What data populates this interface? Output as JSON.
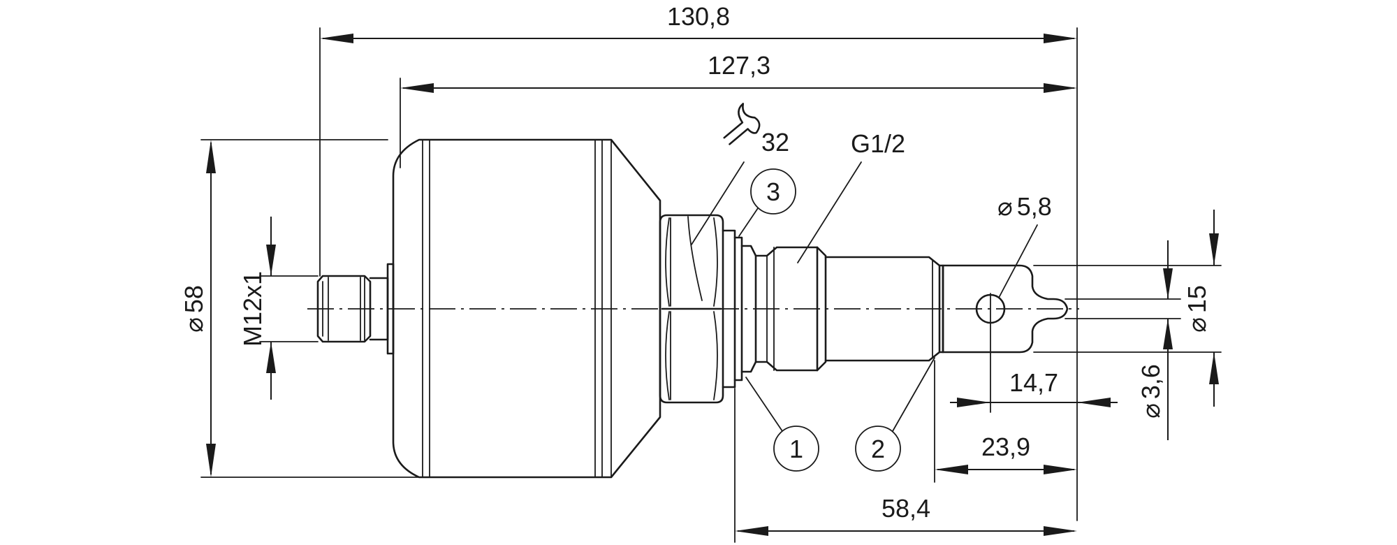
{
  "dimensions": {
    "overall_length": "130,8",
    "body_length": "127,3",
    "body_diameter": "58",
    "connector_thread": "M12x1",
    "wrench_size": "32",
    "process_thread": "G1/2",
    "hole_diameter": "5,8",
    "probe_diameter": "15",
    "tip_diameter": "3,6",
    "hole_offset": "14,7",
    "probe_length": "23,9",
    "insertion_length": "58,4"
  },
  "symbols": {
    "diameter": "⌀"
  },
  "callouts": {
    "c1": "1",
    "c2": "2",
    "c3": "3"
  },
  "icons": {
    "wrench": "wrench-icon"
  }
}
